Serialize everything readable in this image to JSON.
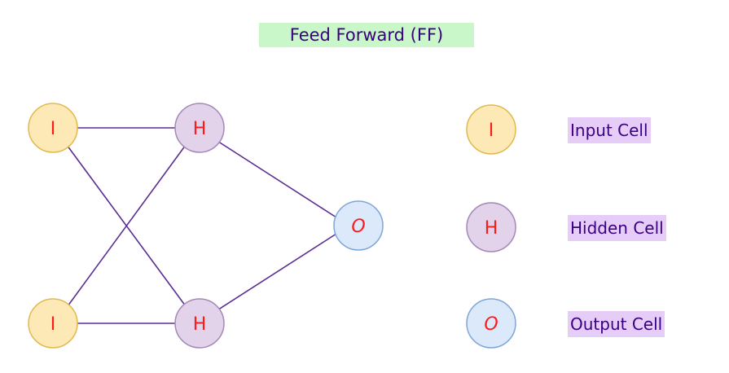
{
  "title": "Feed Forward (FF)",
  "nodes": {
    "input_1": "I",
    "input_2": "I",
    "hidden_1": "H",
    "hidden_2": "H",
    "output_1": "O"
  },
  "legend": {
    "input": {
      "symbol": "I",
      "label": "Input Cell"
    },
    "hidden": {
      "symbol": "H",
      "label": "Hidden Cell"
    },
    "output": {
      "symbol": "O",
      "label": "Output Cell"
    }
  },
  "colors": {
    "input_fill": "#fde9b5",
    "input_stroke": "#e2b94d",
    "hidden_fill": "#e2d3ea",
    "hidden_stroke": "#a488b6",
    "output_fill": "#dce9fb",
    "output_stroke": "#7fa6d6",
    "node_text": "#ff1a1a",
    "edge": "#5a2d91",
    "title_bg": "#c9f7c9",
    "label_bg": "#e6cdf7"
  }
}
